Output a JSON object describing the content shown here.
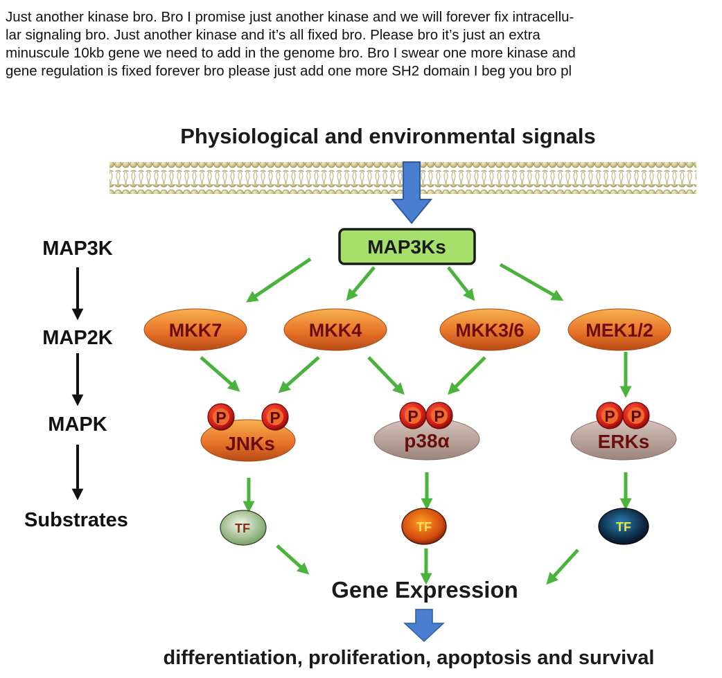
{
  "caption": {
    "lines": [
      "Just another kinase bro. Bro I promise just another kinase and we will forever fix intracellu-",
      "lar signaling bro. Just another kinase and it’s all fixed bro.  Please bro it’s just an extra",
      "minuscule 10kb gene we need to add in the genome bro. Bro I swear one more kinase and",
      "gene regulation is fixed forever bro please just add one more SH2 domain I beg you bro pl"
    ]
  },
  "diagram": {
    "title": "Physiological and environmental signals",
    "sidebar": {
      "map3k": "MAP3K",
      "map2k": "MAP2K",
      "mapk": "MAPK",
      "substrates": "Substrates"
    },
    "map3ks": "MAP3Ks",
    "map2ks": {
      "mkk7": "MKK7",
      "mkk4": "MKK4",
      "mkk36": "MKK3/6",
      "mek12": "MEK1/2"
    },
    "mapks": {
      "jnks": "JNKs",
      "p38": "p38α",
      "erks": "ERKs"
    },
    "phospho_label": "P",
    "tf_label": "TF",
    "gene_expression": "Gene Expression",
    "outcomes": "differentiation, proliferation, apoptosis and survival",
    "colors": {
      "arrow_green": "#49b33c",
      "signal_blue": "#4a7fd0",
      "map3k_box": "#a6e06a",
      "kinase_orange": "#e8742a",
      "phospho_red": "#cc1b16",
      "p38_gray": "#b8a098"
    }
  }
}
